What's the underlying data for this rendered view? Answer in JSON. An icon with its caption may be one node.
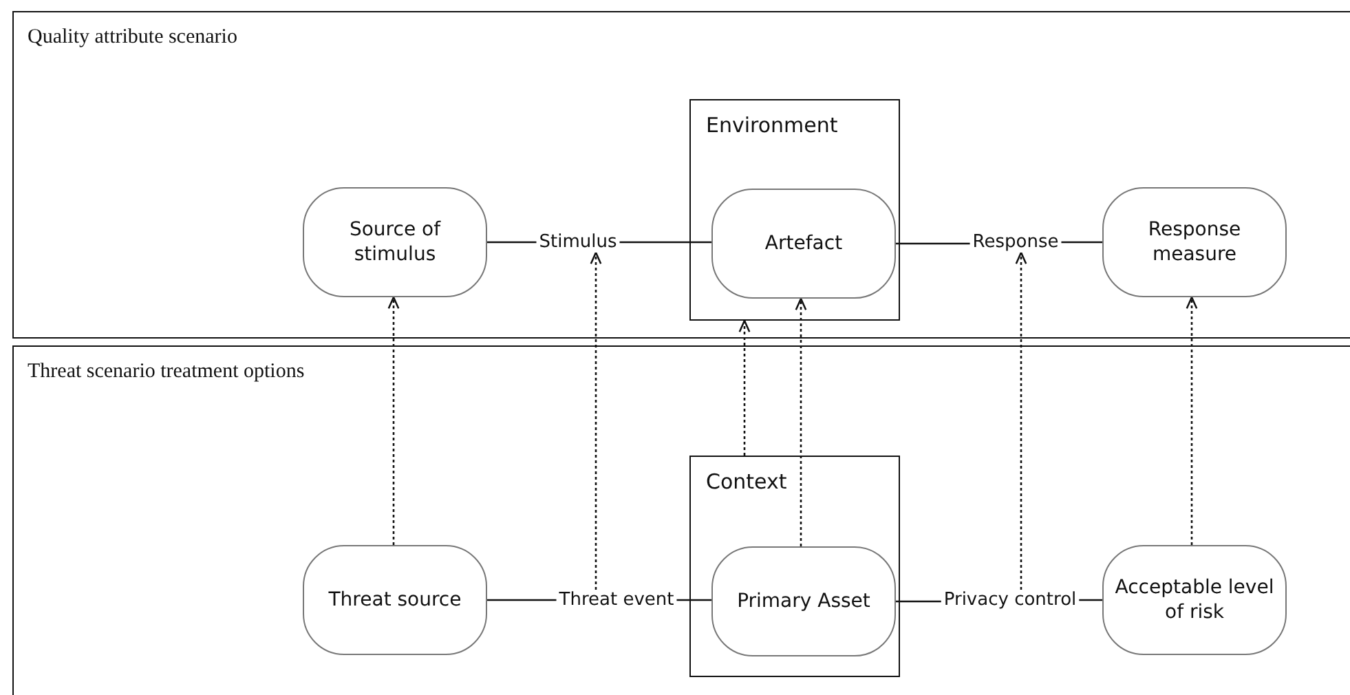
{
  "diagram": {
    "nodes": [
      {
        "text": [
          "Quality attribute scenario"
        ]
      },
      {
        "text": [
          "Threat scenario treatment options"
        ]
      },
      {
        "text": [
          "Source of stimulus"
        ],
        "in": 0
      },
      {
        "text": [
          "Stimulus"
        ],
        "in": 0
      },
      {
        "text": [
          "Environment"
        ],
        "in": 0
      },
      {
        "text": [
          "Artefact"
        ],
        "in": 4
      },
      {
        "text": [
          "Response"
        ],
        "in": 0
      },
      {
        "text": [
          "Response measure"
        ],
        "in": 0
      },
      {
        "text": [
          "Threat source"
        ],
        "in": 1
      },
      {
        "text": [
          "Threat event"
        ],
        "in": 1
      },
      {
        "text": [
          "Context"
        ],
        "in": 1
      },
      {
        "text": [
          "Primary Asset"
        ],
        "in": 10
      },
      {
        "text": [
          "Privacy control"
        ],
        "in": 1
      },
      {
        "text": [
          "Acceptable level of risk"
        ],
        "in": 1
      }
    ],
    "edges": [
      {
        "from": 2,
        "to": 3,
        "arrow": "none"
      },
      {
        "from": 3,
        "to": 5,
        "arrow": "none"
      },
      {
        "from": 5,
        "to": 6,
        "arrow": "none"
      },
      {
        "from": 6,
        "to": 7,
        "arrow": "none"
      },
      {
        "from": 8,
        "to": 9,
        "arrow": "none"
      },
      {
        "from": 9,
        "to": 11,
        "arrow": "none"
      },
      {
        "from": 11,
        "to": 12,
        "arrow": "none"
      },
      {
        "from": 12,
        "to": 13,
        "arrow": "none"
      },
      {
        "from": 8,
        "to": 2,
        "arrow": "to",
        "style": "dashed"
      },
      {
        "from": 9,
        "to": 3,
        "arrow": "to",
        "style": "dashed"
      },
      {
        "from": 10,
        "to": 4,
        "arrow": "to",
        "style": "dashed"
      },
      {
        "from": 11,
        "to": 5,
        "arrow": "to",
        "style": "dashed"
      },
      {
        "from": 12,
        "to": 6,
        "arrow": "to",
        "style": "dashed"
      },
      {
        "from": 13,
        "to": 7,
        "arrow": "to",
        "style": "dashed"
      }
    ]
  }
}
